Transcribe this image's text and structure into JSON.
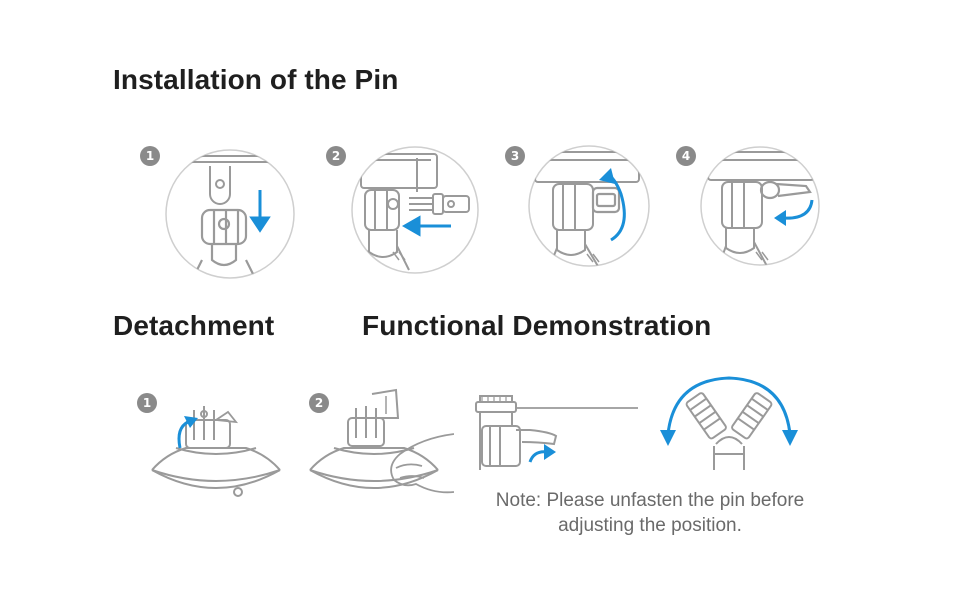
{
  "installation": {
    "title": "Installation of the Pin",
    "steps": [
      {
        "number": "1"
      },
      {
        "number": "2"
      },
      {
        "number": "3"
      },
      {
        "number": "4"
      }
    ]
  },
  "detachment": {
    "title": "Detachment",
    "steps": [
      {
        "number": "1"
      },
      {
        "number": "2"
      }
    ]
  },
  "functional": {
    "title": "Functional Demonstration",
    "note_line1": "Note: Please unfasten the pin before",
    "note_line2": "adjusting the position."
  },
  "colors": {
    "accent_arrow": "#1a8fd8",
    "line_art": "#9a9a9a",
    "badge": "#8a8a8a",
    "heading": "#1f1f1f",
    "note_text": "#6a6a6a"
  }
}
